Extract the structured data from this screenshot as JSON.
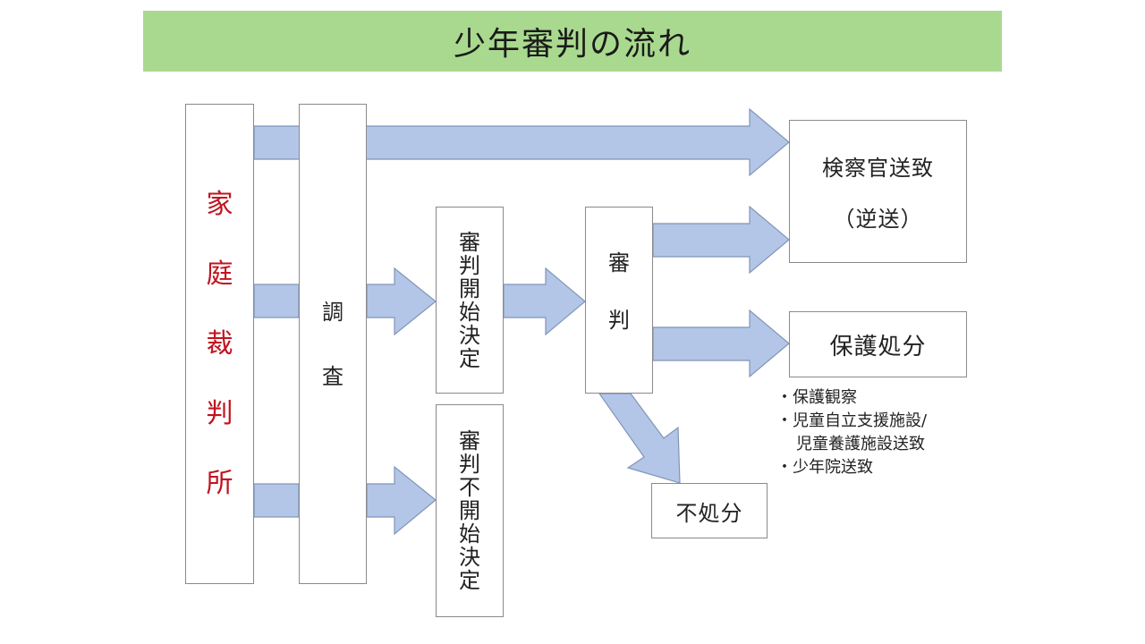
{
  "title": "少年審判の流れ",
  "nodes": {
    "court": {
      "chars": [
        "家",
        "庭",
        "裁",
        "判",
        "所"
      ],
      "color": "#c0141f"
    },
    "survey": {
      "chars": [
        "調",
        "査"
      ]
    },
    "hearing_start": {
      "chars": [
        "審",
        "判",
        "開",
        "始",
        "決",
        "定"
      ]
    },
    "hearing_no_start": {
      "chars": [
        "審",
        "判",
        "不",
        "開",
        "始",
        "決",
        "定"
      ]
    },
    "hearing": {
      "chars": [
        "審",
        "判"
      ]
    },
    "prosecutor": {
      "line1": "検察官送致",
      "line2": "（逆送）"
    },
    "protective": {
      "label": "保護処分"
    },
    "no_disposition": {
      "label": "不処分"
    }
  },
  "protective_notes": [
    "・保護観察",
    "・児童自立支援施設/",
    "児童養護施設送致",
    "・少年院送致"
  ],
  "colors": {
    "title_bg": "#a9d98f",
    "arrow_fill": "#b3c6e7",
    "arrow_stroke": "#7f95b8",
    "court_text": "#c0141f"
  }
}
